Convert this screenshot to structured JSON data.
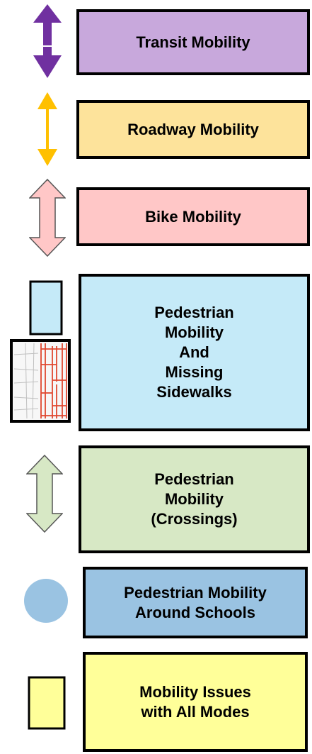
{
  "legend": {
    "transit": {
      "label": "Transit Mobility",
      "color": "#c8a8dc",
      "icon": "purple-double-arrow-icon",
      "icon_color": "#7030a0"
    },
    "roadway": {
      "label": "Roadway Mobility",
      "color": "#fde39b",
      "icon": "gold-double-arrow-icon",
      "icon_color": "#ffc000"
    },
    "bike": {
      "label": "Bike Mobility",
      "color": "#ffc7c7",
      "icon": "pink-outlined-double-arrow-icon",
      "icon_color": "#ffc7c7"
    },
    "pedestrian": {
      "label": "Pedestrian\nMobility\nAnd\nMissing\nSidewalks",
      "color": "#c5eaf8",
      "icon": "light-blue-rectangle-icon",
      "map_icon": "sidewalk-map-thumbnail-icon"
    },
    "crossings": {
      "label": "Pedestrian\nMobility\n(Crossings)",
      "color": "#d7e8c5",
      "icon": "green-outlined-double-arrow-icon"
    },
    "schools": {
      "label": "Pedestrian Mobility\nAround Schools",
      "color": "#9ac3e2",
      "icon": "blue-circle-icon"
    },
    "all_modes": {
      "label": "Mobility Issues\nwith All Modes",
      "color": "#ffff99",
      "icon": "yellow-rectangle-icon"
    }
  }
}
